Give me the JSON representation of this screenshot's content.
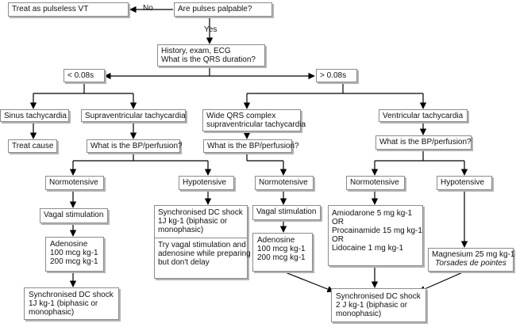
{
  "nodes": {
    "pulses_q": "Are pulses palpable?",
    "pulseless": "Treat as pulseless VT",
    "no_label": "No",
    "yes_label": "Yes",
    "history": [
      "History, exam, ECG",
      "What is the QRS duration?"
    ],
    "narrow": "< 0.08s",
    "wide": "> 0.08s",
    "sinus": "Sinus tachycardia",
    "svt": "Supraventricular tachycardia",
    "wide_svt": [
      "Wide QRS complex",
      "supraventricular tachycardia"
    ],
    "vt": "Ventricular tachycardia",
    "treat_cause": "Treat cause",
    "bp1": "What is the BP/perfusion?",
    "bp2": "What is the BP/perfusion?",
    "bp3": "What is the BP/perfusion?",
    "normo1": "Normotensive",
    "hypo1": "Hypotensive",
    "normo2": "Normotensive",
    "normo3": "Normotensive",
    "hypo3": "Hypotensive",
    "vagal1": "Vagal stimulation",
    "vagal2": "Vagal stimulation",
    "dc_shock_hypo": [
      "Synchronised DC shock",
      "1J kg-1 (biphasic or",
      "monophasic)"
    ],
    "try_vagal": [
      "Try vagal stimulation and",
      "adenosine while preparing",
      "but don't delay"
    ],
    "adenosine1": [
      "Adenosine",
      "100 mcg kg-1",
      "200 mcg kg-1"
    ],
    "adenosine2": [
      "Adenosine",
      "100 mcg kg-1",
      "200 mcg kg-1"
    ],
    "antiarrhythmics": [
      "Amiodarone 5 mg kg-1",
      "OR",
      "Procainamide 15 mg kg-1",
      "OR",
      "Lidocaine 1 mg kg-1"
    ],
    "magnesium": [
      "Magnesium 25 mg kg-1",
      "Torsades de pointes"
    ],
    "dc_shock1": [
      "Synchronised DC shock",
      "1J kg-1 (biphasic or",
      "monophasic)"
    ],
    "dc_shock2": [
      "Synchronised DC shock",
      "2 J kg-1 (biphasic or",
      "monophasic)"
    ]
  }
}
